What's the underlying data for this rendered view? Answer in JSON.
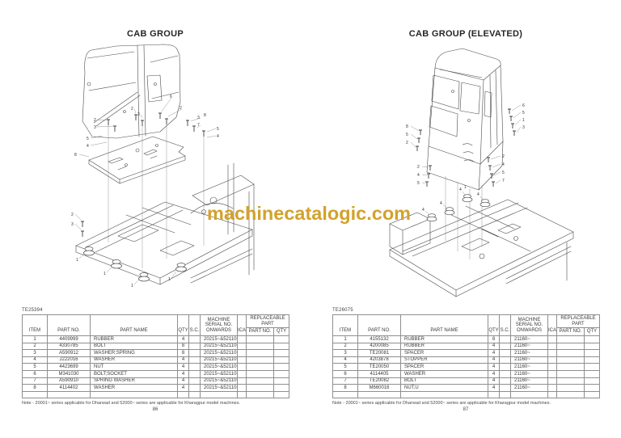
{
  "watermark": {
    "text": "machinecatalogic.com",
    "color": "#D2A22B"
  },
  "left_page": {
    "title": "CAB GROUP",
    "figure_label": "TE25394",
    "page_number": "86",
    "note": "Note - 20001~ series applicable for Dharwad and 52000~ series are applicable for Kharagpur model machines.",
    "table": {
      "headers": {
        "item": "ITEM",
        "part_no": "PART NO.",
        "part_name": "PART NAME",
        "qty": "QTY",
        "sc": "S.C.",
        "serial": "MACHINE SERIAL NO. ONWARDS",
        "ica": "ICA",
        "replaceable": "REPLACEABLE PART",
        "r_part_no": "PART NO.",
        "r_qty": "QTY"
      },
      "rows": [
        {
          "item": "1",
          "part_no": "4409999",
          "part_name": "RUBBER",
          "qty": "4",
          "sc": "",
          "serial": "20215~&52110~",
          "ica": "",
          "r_part_no": "",
          "r_qty": ""
        },
        {
          "item": "2",
          "part_no": "4330785",
          "part_name": "BOLT",
          "qty": "8",
          "sc": "",
          "serial": "20215~&52110~",
          "ica": "",
          "r_part_no": "",
          "r_qty": ""
        },
        {
          "item": "3",
          "part_no": "A590912",
          "part_name": "WASHER;SPRING",
          "qty": "8",
          "sc": "",
          "serial": "20215~&52110~",
          "ica": "",
          "r_part_no": "",
          "r_qty": ""
        },
        {
          "item": "4",
          "part_no": "J222016",
          "part_name": "WASHER",
          "qty": "4",
          "sc": "",
          "serial": "20215~&52110~",
          "ica": "",
          "r_part_no": "",
          "r_qty": ""
        },
        {
          "item": "5",
          "part_no": "4423699",
          "part_name": "NUT",
          "qty": "4",
          "sc": "",
          "serial": "20215~&52110~",
          "ica": "",
          "r_part_no": "",
          "r_qty": ""
        },
        {
          "item": "6",
          "part_no": "M341030",
          "part_name": "BOLT;SOCKET",
          "qty": "4",
          "sc": "",
          "serial": "20215~&52110~",
          "ica": "",
          "r_part_no": "",
          "r_qty": ""
        },
        {
          "item": "7",
          "part_no": "A590910",
          "part_name": "SPRING WASHER",
          "qty": "4",
          "sc": "",
          "serial": "20215~&52110~",
          "ica": "",
          "r_part_no": "",
          "r_qty": ""
        },
        {
          "item": "8",
          "part_no": "4114402",
          "part_name": "WASHER",
          "qty": "4",
          "sc": "",
          "serial": "20215~&52110~",
          "ica": "",
          "r_part_no": "",
          "r_qty": ""
        }
      ]
    },
    "callouts": [
      "2",
      "3",
      "5",
      "4",
      "2",
      "3",
      "6",
      "2",
      "3",
      "7",
      "8",
      "5",
      "4",
      "8",
      "2",
      "3",
      "1",
      "1",
      "1",
      "1"
    ]
  },
  "right_page": {
    "title": "CAB GROUP (ELEVATED)",
    "figure_label": "TE26075",
    "page_number": "87",
    "note": "Note - 20001~ series applicable for Dharwad and 52000~ series are applicable for Kharagpur model machines.",
    "table": {
      "headers": {
        "item": "ITEM",
        "part_no": "PART NO.",
        "part_name": "PART NAME",
        "qty": "QTY",
        "sc": "S.C.",
        "serial": "MACHINE SERIAL NO. ONWARDS",
        "ica": "ICA",
        "replaceable": "REPLACEABLE PART",
        "r_part_no": "PART NO.",
        "r_qty": "QTY"
      },
      "rows": [
        {
          "item": "1",
          "part_no": "4155132",
          "part_name": "RUBBER",
          "qty": "8",
          "sc": "",
          "serial": "21160~",
          "ica": "",
          "r_part_no": "",
          "r_qty": ""
        },
        {
          "item": "2",
          "part_no": "4200085",
          "part_name": "RUBBER",
          "qty": "4",
          "sc": "",
          "serial": "21160~",
          "ica": "",
          "r_part_no": "",
          "r_qty": ""
        },
        {
          "item": "3",
          "part_no": "TE20081",
          "part_name": "SPACER",
          "qty": "4",
          "sc": "",
          "serial": "21160~",
          "ica": "",
          "r_part_no": "",
          "r_qty": ""
        },
        {
          "item": "4",
          "part_no": "4203878",
          "part_name": "STOPPER",
          "qty": "4",
          "sc": "",
          "serial": "21160~",
          "ica": "",
          "r_part_no": "",
          "r_qty": ""
        },
        {
          "item": "5",
          "part_no": "TE20050",
          "part_name": "SPACER",
          "qty": "4",
          "sc": "",
          "serial": "21160~",
          "ica": "",
          "r_part_no": "",
          "r_qty": ""
        },
        {
          "item": "6",
          "part_no": "4114405",
          "part_name": "WASHER",
          "qty": "4",
          "sc": "",
          "serial": "21160~",
          "ica": "",
          "r_part_no": "",
          "r_qty": ""
        },
        {
          "item": "7",
          "part_no": "TE20082",
          "part_name": "BOLT",
          "qty": "4",
          "sc": "",
          "serial": "21160~",
          "ica": "",
          "r_part_no": "",
          "r_qty": ""
        },
        {
          "item": "8",
          "part_no": "M660016",
          "part_name": "NUT;U",
          "qty": "4",
          "sc": "",
          "serial": "21160~",
          "ica": "",
          "r_part_no": "",
          "r_qty": ""
        }
      ]
    },
    "callouts": [
      "8",
      "5",
      "2",
      "6",
      "5",
      "1",
      "3",
      "2",
      "4",
      "5",
      "7",
      "2",
      "4",
      "5",
      "1",
      "4",
      "4",
      "4",
      "4"
    ]
  }
}
